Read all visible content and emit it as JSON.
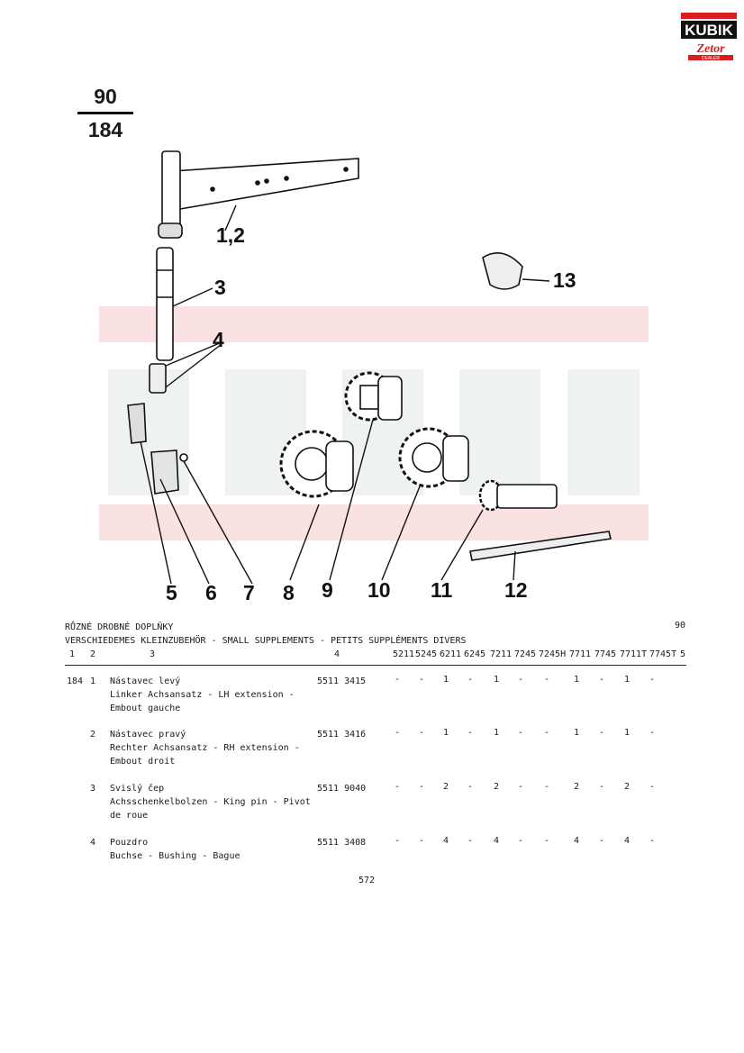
{
  "page_ref": {
    "group": "90",
    "figure": "184"
  },
  "brand": {
    "logo_word": "KUBIK",
    "logo_sub": "Zetor",
    "logo_tag": "DEALER",
    "accent": "#d81e1e"
  },
  "callouts": [
    "1,2",
    "3",
    "4",
    "5",
    "6",
    "7",
    "8",
    "9",
    "10",
    "11",
    "12",
    "13"
  ],
  "table": {
    "title_cz": "RŮZNÉ DROBNÉ DOPLŇKY",
    "title_multi": "VERSCHIEDEMES KLEINZUBEHÖR - SMALL SUPPLEMENTS - PETITS SUPPLÉMENTS DIVERS",
    "group_no": "90",
    "col_numbers": [
      "1",
      "2",
      "3",
      "4"
    ],
    "models": [
      "5211",
      "5245",
      "6211",
      "6245",
      "7211",
      "7245",
      "7245H",
      "7711",
      "7745",
      "7711T",
      "7745T",
      "5"
    ],
    "rows": [
      {
        "fig": "184",
        "pos": "1",
        "name": "Nástavec levý",
        "desc": "Linker Achsansatz - LH extension - Embout gauche",
        "part": "5511 3415",
        "qty": [
          "-",
          "-",
          "1",
          "-",
          "1",
          "-",
          "-",
          "1",
          "-",
          "1",
          "-"
        ]
      },
      {
        "fig": "",
        "pos": "2",
        "name": "Nástavec pravý",
        "desc": "Rechter Achsansatz - RH extension - Embout droit",
        "part": "5511 3416",
        "qty": [
          "-",
          "-",
          "1",
          "-",
          "1",
          "-",
          "-",
          "1",
          "-",
          "1",
          "-"
        ]
      },
      {
        "fig": "",
        "pos": "3",
        "name": "Svislý čep",
        "desc": "Achsschenkelbolzen - King pin - Pivot de roue",
        "part": "5511 9040",
        "qty": [
          "-",
          "-",
          "2",
          "-",
          "2",
          "-",
          "-",
          "2",
          "-",
          "2",
          "-"
        ]
      },
      {
        "fig": "",
        "pos": "4",
        "name": "Pouzdro",
        "desc": "Buchse - Bushing - Bague",
        "part": "5511 3408",
        "qty": [
          "-",
          "-",
          "4",
          "-",
          "4",
          "-",
          "-",
          "4",
          "-",
          "4",
          "-"
        ]
      }
    ]
  },
  "page_number": "572"
}
